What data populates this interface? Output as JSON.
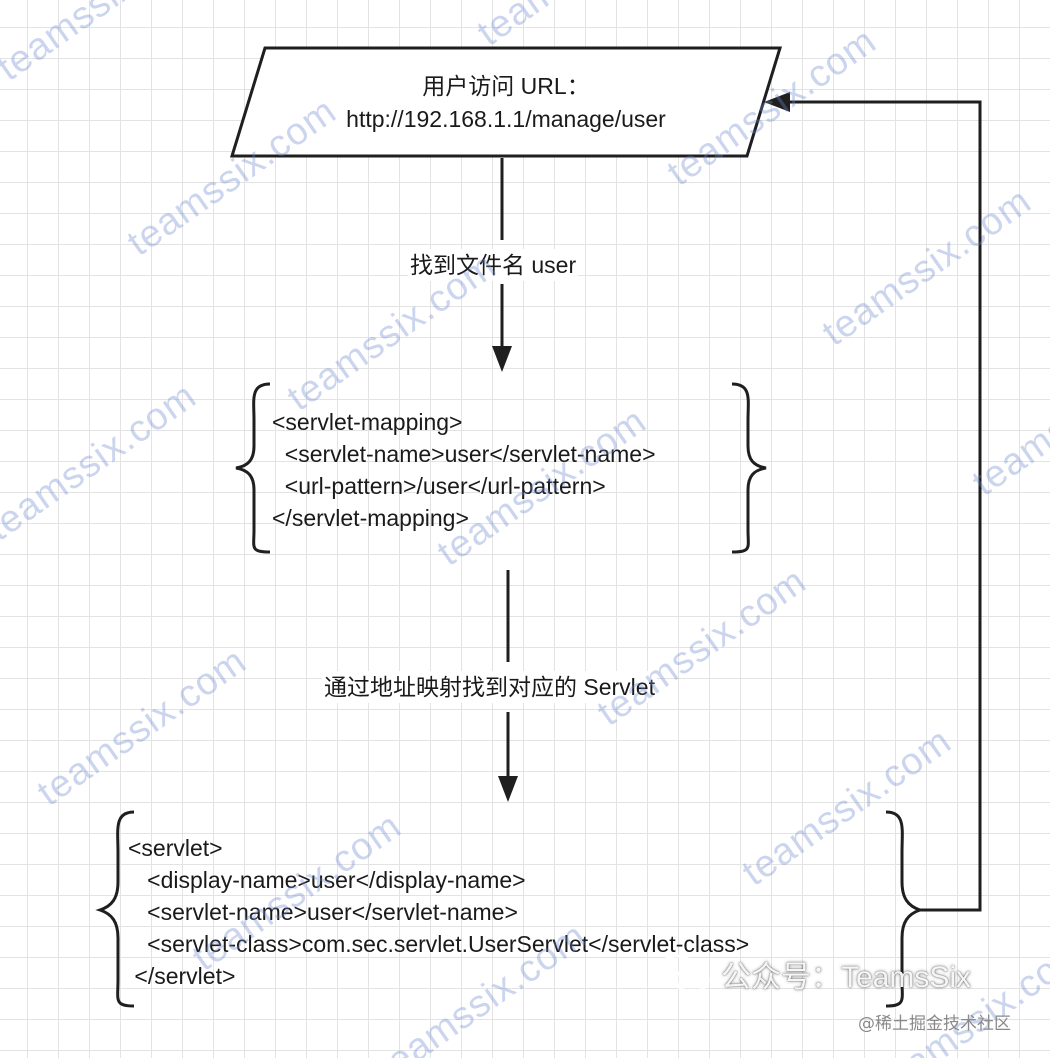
{
  "nodes": {
    "start": {
      "line1": "用户访问 URL：",
      "line2": "http://192.168.1.1/manage/user"
    },
    "mapping": {
      "lines": [
        "<servlet-mapping>",
        "  <servlet-name>user</servlet-name>",
        "  <url-pattern>/user</url-pattern>",
        "</servlet-mapping>"
      ]
    },
    "servlet": {
      "lines": [
        "<servlet>",
        "   <display-name>user</display-name>",
        "   <servlet-name>user</servlet-name>",
        "   <servlet-class>com.sec.servlet.UserServlet</servlet-class>",
        " </servlet>"
      ]
    }
  },
  "edges": {
    "e1": "找到文件名 user",
    "e2": "通过地址映射找到对应的 Servlet"
  },
  "watermark": {
    "text": "teamssix.com",
    "brand": "公众号：TeamsSix",
    "site": "@稀土掘金技术社区"
  },
  "colors": {
    "stroke": "#1f1f1f",
    "grid": "#e3e3e3",
    "watermark": "#6e87cd"
  }
}
